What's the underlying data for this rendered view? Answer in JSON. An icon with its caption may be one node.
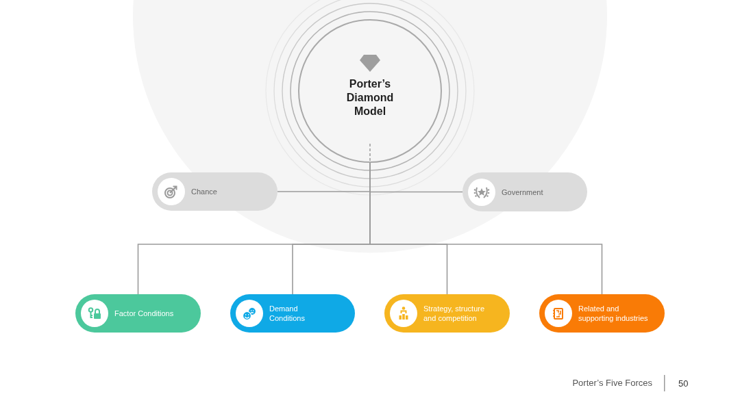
{
  "diagram": {
    "nodes": [
      {
        "text": [
          "Porter’s Diamond Model"
        ]
      },
      {
        "text": [
          "Chance"
        ]
      },
      {
        "text": [
          "Government"
        ]
      },
      {
        "text": [
          "Factor Conditions"
        ]
      },
      {
        "text": [
          "Demand Conditions"
        ]
      },
      {
        "text": [
          "Strategy, structure and competition"
        ]
      },
      {
        "text": [
          "Related and supporting industries"
        ]
      }
    ],
    "edges": [
      {
        "from": 0,
        "to": 1,
        "arrow": "none"
      },
      {
        "from": 0,
        "to": 2,
        "arrow": "none"
      },
      {
        "from": 0,
        "to": 3,
        "arrow": "none"
      },
      {
        "from": 0,
        "to": 4,
        "arrow": "none"
      },
      {
        "from": 0,
        "to": 5,
        "arrow": "none"
      },
      {
        "from": 0,
        "to": 6,
        "arrow": "none"
      }
    ],
    "labels": [
      "Porter’s Five Forces",
      "50"
    ]
  }
}
